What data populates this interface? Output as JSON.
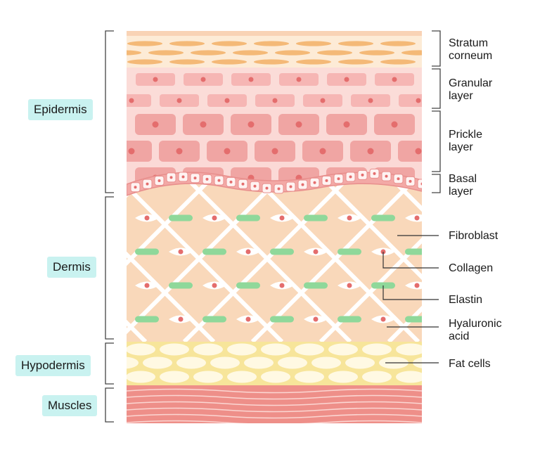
{
  "left_labels": {
    "epidermis": "Epidermis",
    "dermis": "Dermis",
    "hypodermis": "Hypodermis",
    "muscles": "Muscles"
  },
  "right_labels": {
    "stratum_corneum": "Stratum\ncorneum",
    "granular_layer": "Granular\nlayer",
    "prickle_layer": "Prickle\nlayer",
    "basal_layer": "Basal\nlayer",
    "fibroblast": "Fibroblast",
    "collagen": "Collagen",
    "elastin": "Elastin",
    "hyaluronic_acid": "Hyaluronic\nacid",
    "fat_cells": "Fat cells"
  },
  "colors": {
    "stratum_base": "#fdebd6",
    "stratum_cell": "#f4b977",
    "granular_base": "#fbdcd8",
    "granular_cell": "#f6b6b4",
    "prickle_base": "#fbd9d6",
    "prickle_cell": "#f0a5a3",
    "nucleus": "#e46d6d",
    "dermis_base": "#f9d8ba",
    "collagen_fiber": "#ffffff",
    "elastin": "#8fd89a",
    "fat_base": "#f7e59a",
    "fat_cell": "#fff9e3",
    "muscle": "#ee8f89",
    "muscle_line": "#fbd6d2",
    "label_bg": "#c9f2f0"
  }
}
